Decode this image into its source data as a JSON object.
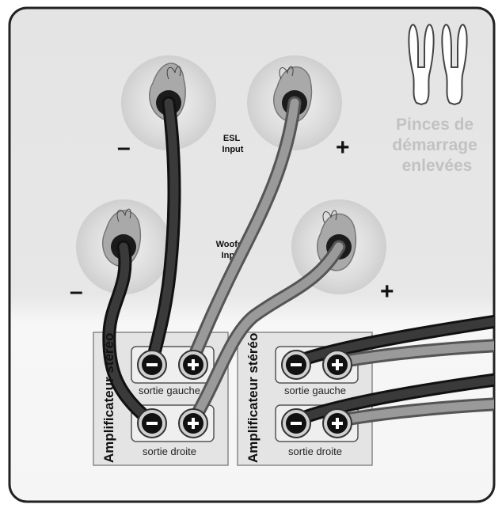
{
  "labels": {
    "esl_input": [
      "ESL",
      "Input"
    ],
    "woofer_input": [
      "Woofer",
      "Input"
    ],
    "minus": "–",
    "plus": "+",
    "jumpers_removed": [
      "Pinces de",
      "démarrage",
      "enlevées"
    ],
    "amp_left": "Amplificateur stéréo",
    "amp_right": "Amplificateur stéréo",
    "out_left": "sortie gauche",
    "out_right": "sortie droite"
  },
  "colors": {
    "panel_top": "#e6e6e6",
    "panel_bottom": "#f4f4f4",
    "border": "#222222",
    "post_disc": "#d6d6d6",
    "cable_black": "#1a1a1a",
    "cable_gray": "#8c8c8c",
    "amp_block": "#e4e4e4",
    "jumper_text": "#c4c4c4"
  }
}
